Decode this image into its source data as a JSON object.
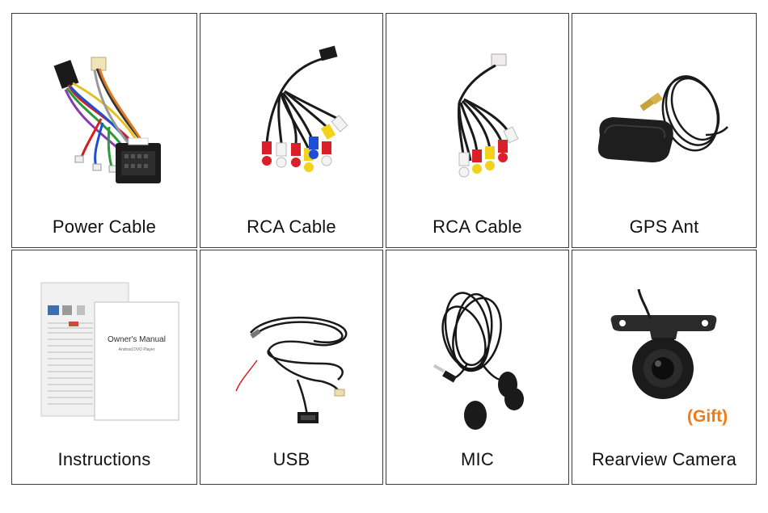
{
  "items": [
    {
      "label": "Power Cable",
      "icon": "power-cable-image"
    },
    {
      "label": "RCA Cable",
      "icon": "rca-cable-image"
    },
    {
      "label": "RCA Cable",
      "icon": "rca-cable-image"
    },
    {
      "label": "GPS Ant",
      "icon": "gps-antenna-image"
    },
    {
      "label": "Instructions",
      "icon": "owners-manual-image",
      "manual_title": "Owner's Manual",
      "manual_subtitle": "Android DVD Player"
    },
    {
      "label": "USB",
      "icon": "usb-cable-image"
    },
    {
      "label": "MIC",
      "icon": "microphone-image"
    },
    {
      "label": "Rearview Camera",
      "icon": "rearview-camera-image",
      "badge": "(Gift)"
    }
  ],
  "colors": {
    "border": "#3a3a3a",
    "gift": "#f07a16",
    "rca_red": "#d8202a",
    "rca_yellow": "#f2d21b",
    "rca_white": "#f4f4f4"
  }
}
